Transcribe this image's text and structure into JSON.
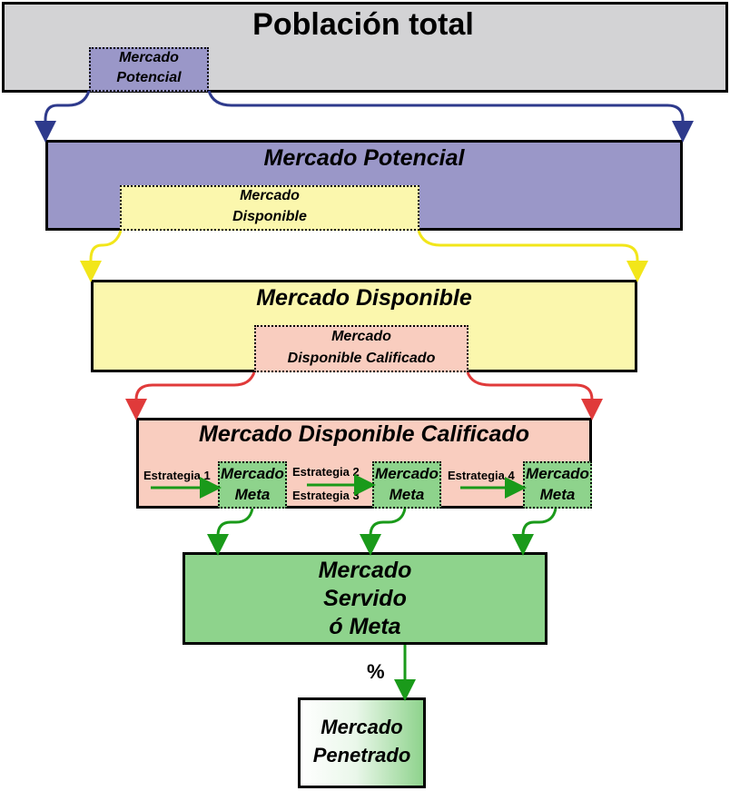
{
  "colors": {
    "poblacion": "#d3d3d5",
    "potencial": "#9a97c8",
    "disponible": "#fbf7ad",
    "calificado": "#f9cdbf",
    "meta": "#8ed38c",
    "arrow_blue": "#2e3a8c",
    "arrow_yellow": "#f2e61a",
    "arrow_red": "#e03a3a",
    "arrow_green": "#1a9a1a"
  },
  "poblacion": {
    "title": "Población total",
    "sub_line1": "Mercado",
    "sub_line2": "Potencial"
  },
  "potencial": {
    "title": "Mercado Potencial",
    "sub_line1": "Mercado",
    "sub_line2": "Disponible"
  },
  "disponible": {
    "title": "Mercado Disponible",
    "sub_line1": "Mercado",
    "sub_line2": "Disponible Calificado"
  },
  "calificado": {
    "title": "Mercado Disponible Calificado",
    "strategies": [
      "Estrategia 1",
      "Estrategia 2",
      "Estrategia 3",
      "Estrategia 4"
    ],
    "meta_line1": "Mercado",
    "meta_line2": "Meta"
  },
  "servido": {
    "line1": "Mercado",
    "line2": "Servido",
    "line3": "ó Meta"
  },
  "percent": "%",
  "penetrado": {
    "line1": "Mercado",
    "line2": "Penetrado"
  }
}
